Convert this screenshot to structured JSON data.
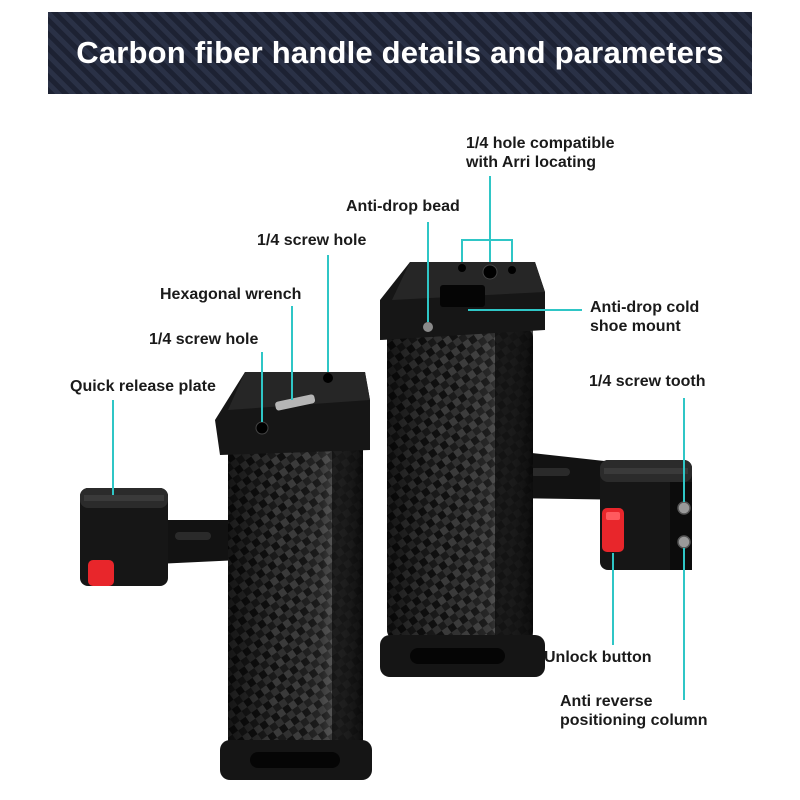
{
  "banner": {
    "title": "Carbon fiber handle details and parameters"
  },
  "labels": {
    "arri_line1": "1/4 hole compatible",
    "arri_line2": "with Arri locating",
    "anti_drop_bead": "Anti-drop bead",
    "screw_hole_top": "1/4 screw hole",
    "hex_wrench": "Hexagonal wrench",
    "screw_hole_left": "1/4 screw hole",
    "quick_release": "Quick release plate",
    "cold_shoe_line1": "Anti-drop cold",
    "cold_shoe_line2": "shoe mount",
    "screw_tooth": "1/4 screw tooth",
    "unlock_button": "Unlock button",
    "anti_reverse_line1": "Anti reverse",
    "anti_reverse_line2": "positioning column"
  },
  "colors": {
    "callout": "#2fc6c6",
    "banner": "#1d2233",
    "release_button": "#e8262b",
    "body_metal": "#141414"
  }
}
